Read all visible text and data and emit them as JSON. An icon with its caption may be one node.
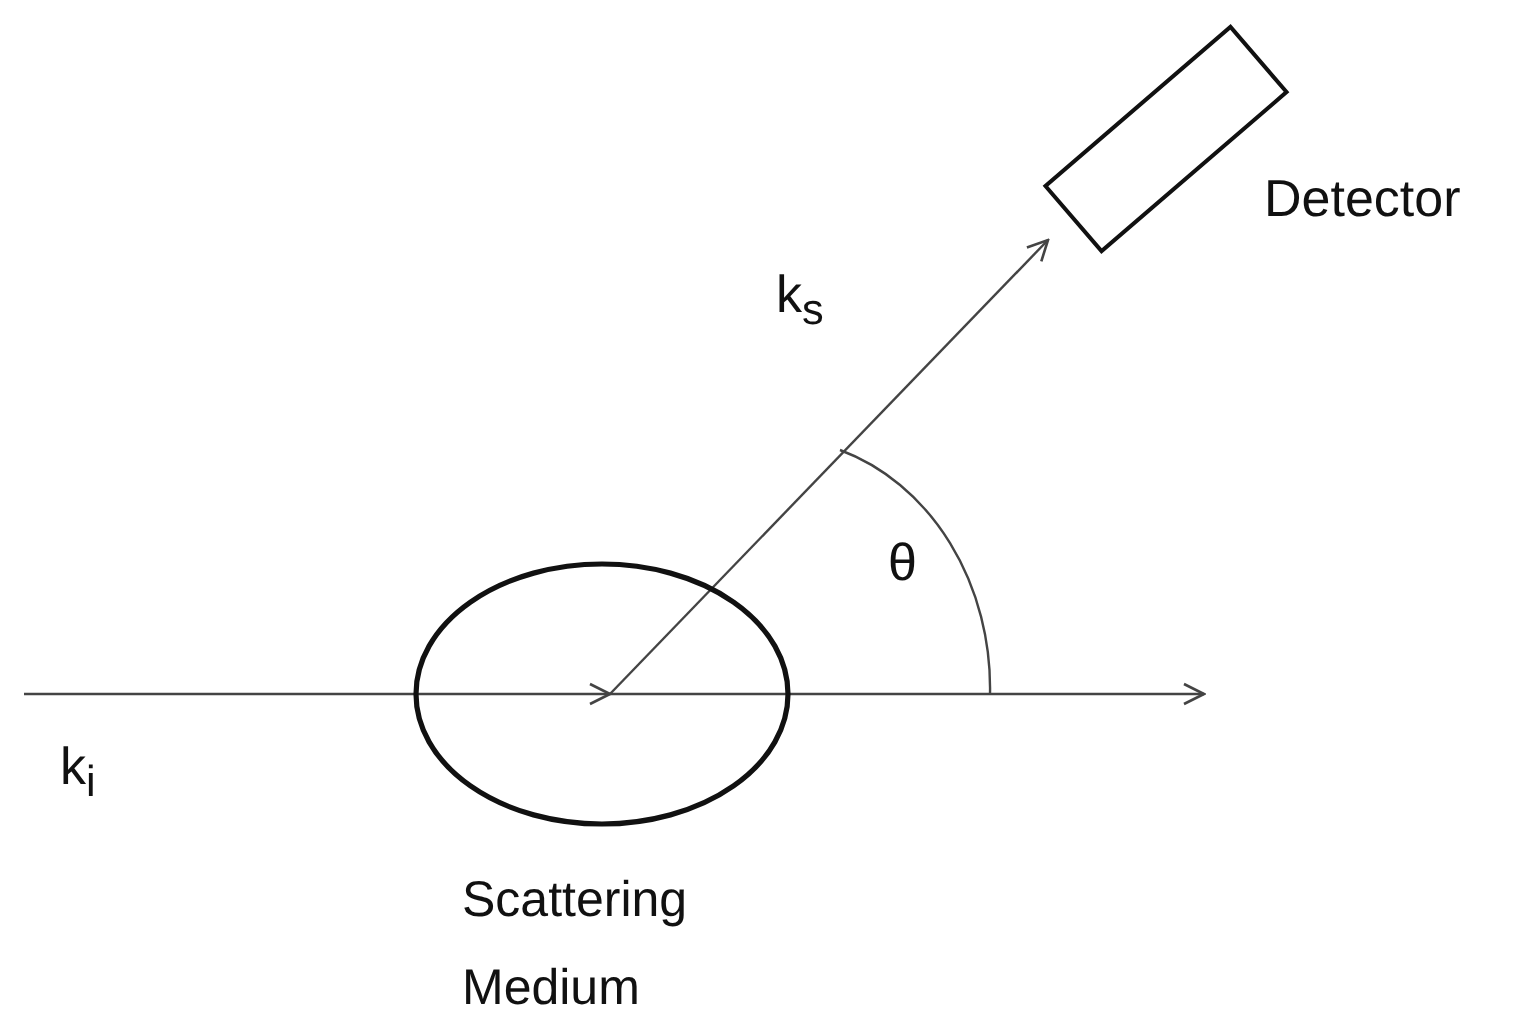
{
  "diagram": {
    "nodes": [
      {
        "text": [
          "Scattering Medium"
        ]
      },
      {
        "text": [],
        "shape": "box",
        "beside": [
          "Detector"
        ]
      }
    ],
    "edges": [
      {
        "from": null,
        "to": 0,
        "arrow": "to",
        "label": "k$_{i}$"
      },
      {
        "from": 0,
        "to": 1,
        "arrow": "to",
        "label": "k$_{s}$"
      },
      {
        "from": 0,
        "to": null,
        "arrow": "to"
      }
    ],
    "labels": [
      "θ"
    ]
  }
}
